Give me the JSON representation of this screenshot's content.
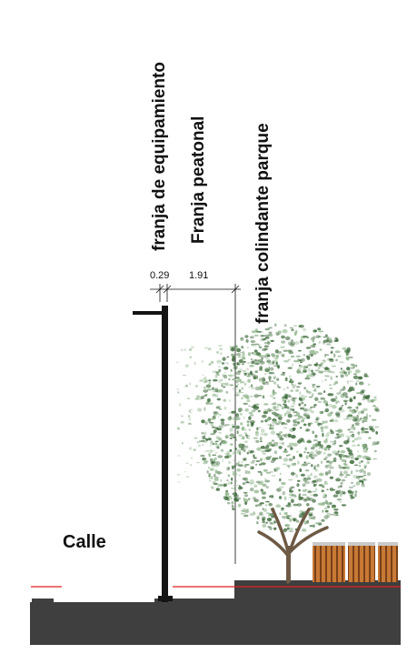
{
  "labels": {
    "equipamiento": "franja de equipamiento",
    "peatonal": "Franja peatonal",
    "colindante": "franja colindante parque",
    "calle": "Calle"
  },
  "dimensions": {
    "d1": "0.29",
    "d2": "1.91"
  },
  "colors": {
    "ground": "#3f3f3f",
    "pole": "#141414",
    "level_line": "#e02020",
    "foliage_dark": "#3f6b3c",
    "foliage_light": "#8fb48a",
    "trunk": "#6e5a45",
    "crate": "#b86a2e"
  }
}
